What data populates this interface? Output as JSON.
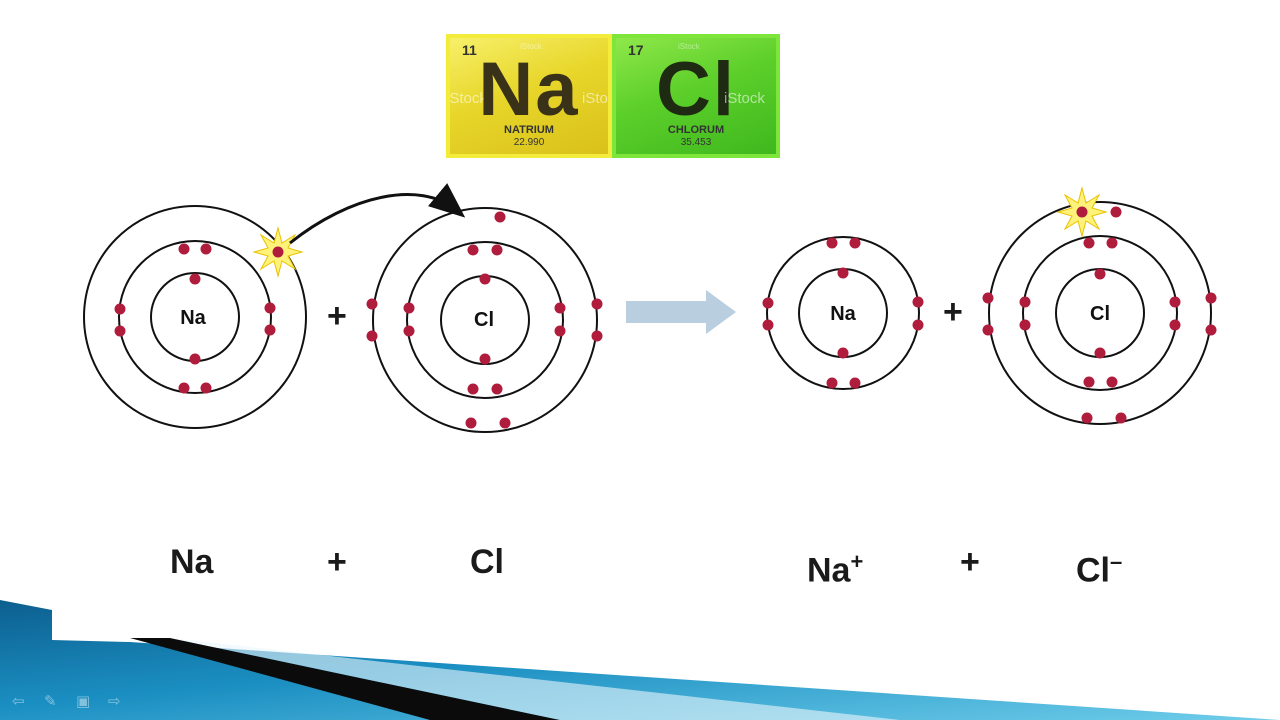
{
  "tiles": {
    "na": {
      "number": "11",
      "symbol": "Na",
      "name": "NATRIUM",
      "mass": "22.990",
      "watermark": "iStock"
    },
    "cl": {
      "number": "17",
      "symbol": "Cl",
      "name": "CHLORUM",
      "mass": "35.453",
      "watermark": "iStock"
    }
  },
  "atoms": {
    "na_before": {
      "label": "Na"
    },
    "cl_before": {
      "label": "Cl"
    },
    "na_after": {
      "label": "Na"
    },
    "cl_after": {
      "label": "Cl"
    }
  },
  "operators": {
    "plus": "+"
  },
  "equation": {
    "na": "Na",
    "cl": "Cl",
    "na_ion": "Na",
    "na_charge": "+",
    "cl_ion": "Cl",
    "cl_charge": "–"
  },
  "colors": {
    "electron": "#b01c3c",
    "orbit": "#111111",
    "reaction_arrow": "#b9cfe0",
    "bar_blue": "#1b8fc2",
    "bar_dark": "#0b0b0b"
  },
  "icons": [
    "back-arrow-icon",
    "pen-icon",
    "slide-icon",
    "menu-icon"
  ]
}
